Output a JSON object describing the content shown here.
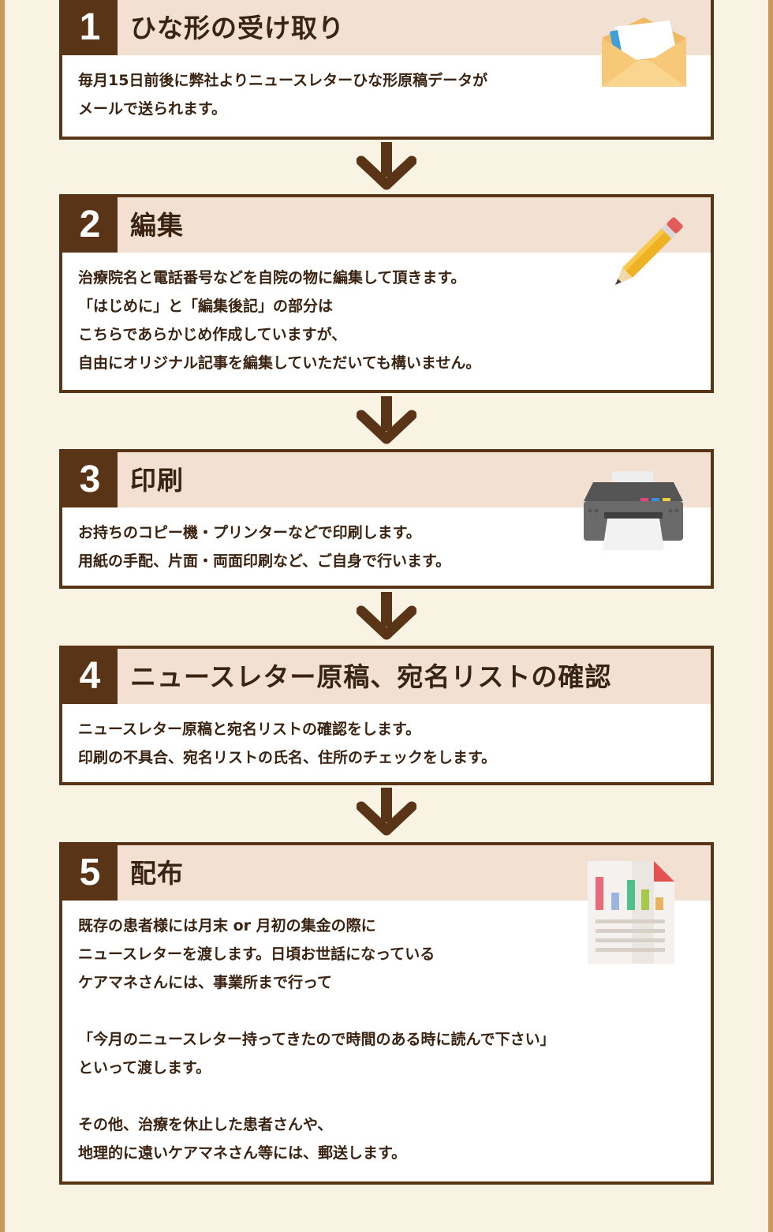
{
  "steps": [
    {
      "number": "1",
      "title": "ひな形の受け取り",
      "icon": "envelope-icon",
      "lines": [
        "毎月15日前後に弊社よりニュースレターひな形原稿データが",
        "メールで送られます。"
      ]
    },
    {
      "number": "2",
      "title": "編集",
      "icon": "pencil-icon",
      "lines": [
        "治療院名と電話番号などを自院の物に編集して頂きます。",
        "「はじめに」と「編集後記」の部分は",
        "こちらであらかじめ作成していますが、",
        "自由にオリジナル記事を編集していただいても構いません。"
      ]
    },
    {
      "number": "3",
      "title": "印刷",
      "icon": "printer-icon",
      "lines": [
        "お持ちのコピー機・プリンターなどで印刷します。",
        "用紙の手配、片面・両面印刷など、ご自身で行います。"
      ]
    },
    {
      "number": "4",
      "title": "ニュースレター原稿、宛名リストの確認",
      "icon": "",
      "lines": [
        "ニュースレター原稿と宛名リストの確認をします。",
        "印刷の不具合、宛名リストの氏名、住所のチェックをします。"
      ]
    },
    {
      "number": "5",
      "title": "配布",
      "icon": "chart-document-icon",
      "lines": [
        "既存の患者様には月末 or 月初の集金の際に",
        "ニュースレターを渡します。日頃お世話になっている",
        "ケアマネさんには、事業所まで行って",
        "",
        "「今月のニュースレター持ってきたので時間のある時に読んで下さい」",
        "といって渡します。",
        "",
        "その他、治療を休止した患者さんや、",
        "地理的に遠いケアマネさん等には、郵送します。"
      ]
    }
  ],
  "colors": {
    "background": "#f8f3e3",
    "border": "#5a3417",
    "header": "#f2e0d3",
    "side": "#c9985d"
  }
}
